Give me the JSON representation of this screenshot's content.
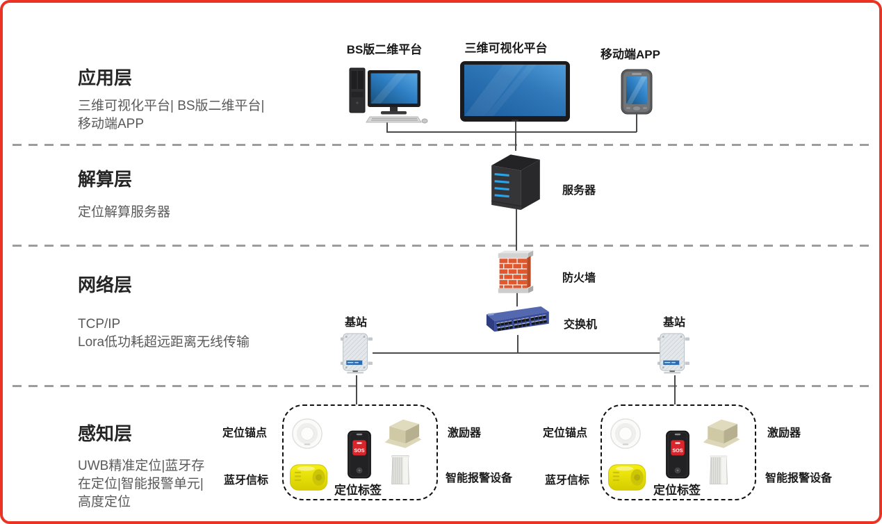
{
  "layers": {
    "app": {
      "title": "应用层",
      "line1": "三维可视化平台| BS版二维平台|",
      "line2": "移动端APP"
    },
    "compute": {
      "title": "解算层",
      "line1": "定位解算服务器"
    },
    "network": {
      "title": "网络层",
      "line1": "TCP/IP",
      "line2": "Lora低功耗超远距离无线传输"
    },
    "sensing": {
      "title": "感知层",
      "line1": "UWB精准定位|蓝牙存",
      "line2": "在定位|智能报警单元|",
      "line3": "高度定位"
    }
  },
  "nodes": {
    "bs2d_platform": "BS版二维平台",
    "viz3d_platform": "三维可视化平台",
    "mobile_app": "移动端APP",
    "server": "服务器",
    "firewall": "防火墙",
    "switch": "交换机",
    "base_station_left": "基站",
    "base_station_right": "基站",
    "anchor": "定位锚点",
    "beacon": "蓝牙信标",
    "exciter": "激励器",
    "alarm_device": "智能报警设备",
    "tag": "定位标签",
    "sos_text": "SOS"
  },
  "colors": {
    "border_red": "#ea3323",
    "separator_gray": "#9c9c9c",
    "connector_gray": "#4a4a4a",
    "screen_blue": "#2e7fc4",
    "switch_blue": "#3c4f9e",
    "brick_orange": "#e2582e",
    "led_blue": "#2ba3e8",
    "beacon_yellow": "#f0e70a",
    "sos_red": "#d8262c",
    "base_station_strip_blue": "#2b6cb0"
  }
}
